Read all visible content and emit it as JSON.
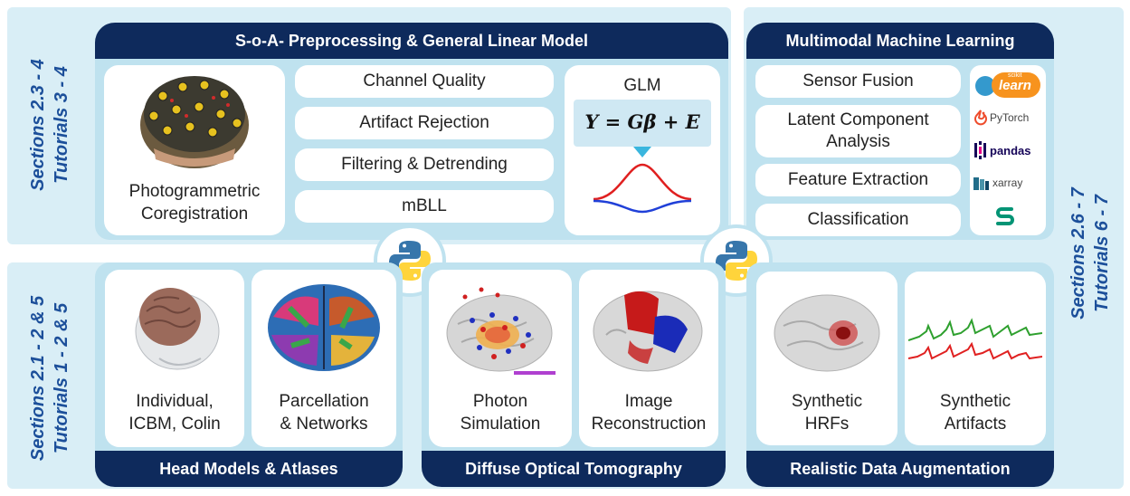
{
  "top_left_group": {
    "header": "S-o-A- Preprocessing & General Linear Model",
    "side_label_line1": "Sections 2.3 - 4",
    "side_label_line2": "Tutorials 3 - 4",
    "coreg_caption_line1": "Photogrammetric",
    "coreg_caption_line2": "Coregistration",
    "steps": [
      "Channel Quality",
      "Artifact Rejection",
      "Filtering & Detrending",
      "mBLL"
    ],
    "glm_title": "GLM",
    "glm_equation": "Y = Gβ + E"
  },
  "top_right_group": {
    "header": "Multimodal Machine Learning",
    "steps": [
      "Sensor Fusion",
      "Latent Component Analysis",
      "Feature Extraction",
      "Classification"
    ],
    "latent_line1": "Latent Component",
    "latent_line2": "Analysis",
    "logos": {
      "sklearn_small": "scikit",
      "sklearn": "learn",
      "pytorch": "PyTorch",
      "pandas": "pandas",
      "xarray": "xarray"
    }
  },
  "right_side_label": {
    "line1": "Sections 2.6 - 7",
    "line2": "Tutorials 6 - 7"
  },
  "bottom_left_side_label": {
    "line1": "Sections 2.1 - 2 & 5",
    "line2": "Tutorials 1 - 2 & 5"
  },
  "head_models": {
    "footer": "Head Models & Atlases",
    "card1_line1": "Individual,",
    "card1_line2": "ICBM, Colin",
    "card2_line1": "Parcellation",
    "card2_line2": "& Networks"
  },
  "dot": {
    "footer": "Diffuse Optical Tomography",
    "card1_line1": "Photon",
    "card1_line2": "Simulation",
    "card2_line1": "Image",
    "card2_line2": "Reconstruction"
  },
  "augmentation": {
    "footer": "Realistic Data Augmentation",
    "card1_line1": "Synthetic",
    "card1_line2": "HRFs",
    "card2_line1": "Synthetic",
    "card2_line2": "Artifacts"
  },
  "colors": {
    "navy": "#0e2a5c",
    "panel": "#d9eef6",
    "label_blue": "#1c4f9a"
  },
  "icons": [
    "python-logo-icon",
    "sklearn-logo-icon",
    "pytorch-logo-icon",
    "pandas-logo-icon",
    "xarray-logo-icon",
    "snakemake-logo-icon"
  ]
}
